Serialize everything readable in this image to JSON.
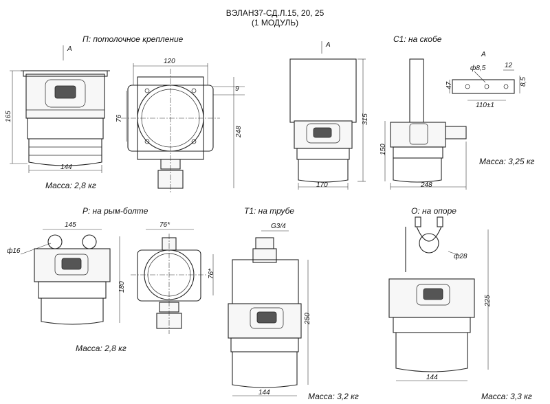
{
  "title": {
    "line1": "ВЭЛАН37-СД.Л.15, 20, 25",
    "line2": "(1 МОДУЛЬ)"
  },
  "views": [
    {
      "caption": "П: потолочное крепление",
      "mass": "Масса: 2,8 кг"
    },
    {
      "caption": "С1: на скобе",
      "mass": "Масса: 3,25 кг"
    },
    {
      "caption": "Р: на рым-болте",
      "mass": "Масса: 2,8 кг"
    },
    {
      "caption": "Т1: на трубе",
      "mass": "Масса: 3,2 кг"
    },
    {
      "caption": "О: на опоре",
      "mass": "Масса: 3,3 кг"
    }
  ],
  "dims": {
    "a": "A",
    "d165": "165",
    "d144": "144",
    "d120": "120",
    "d9": "9",
    "d76": "76",
    "d248": "248",
    "d315": "315",
    "d150": "150",
    "d170": "170",
    "d248b": "248",
    "d8_5": "ф8,5",
    "d12": "12",
    "d47": "47",
    "d8_5b": "8,5",
    "d110": "110±1",
    "d145": "145",
    "d16": "ф16",
    "d180": "180",
    "d76s": "76*",
    "d76s2": "76*",
    "dG34": "G3/4",
    "d250": "250",
    "d144b": "144",
    "d28": "ф28",
    "d225": "225",
    "d144c": "144"
  }
}
